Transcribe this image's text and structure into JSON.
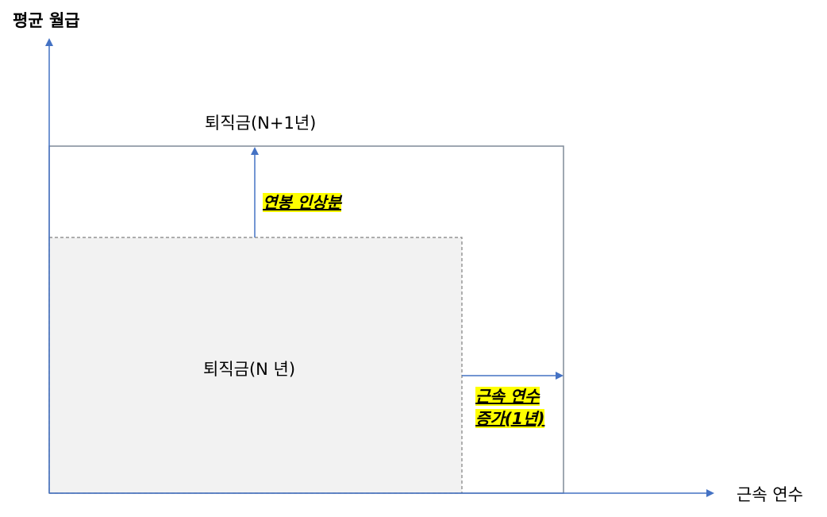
{
  "axes": {
    "y_label": "평균 월급",
    "x_label": "근속 연수"
  },
  "boxes": {
    "outer_label": "퇴직금(N+1년)",
    "inner_label": "퇴직금(N 년)"
  },
  "annotations": {
    "salary_increase": "연봉 인상분",
    "tenure_increase_line1": "근속 연수",
    "tenure_increase_line2": "증가(1년)"
  },
  "colors": {
    "axis": "#4472c4",
    "outer_box": "#7f8a99",
    "inner_fill": "#f2f2f2",
    "inner_border": "#7f7f7f",
    "highlight": "#ffff00"
  }
}
